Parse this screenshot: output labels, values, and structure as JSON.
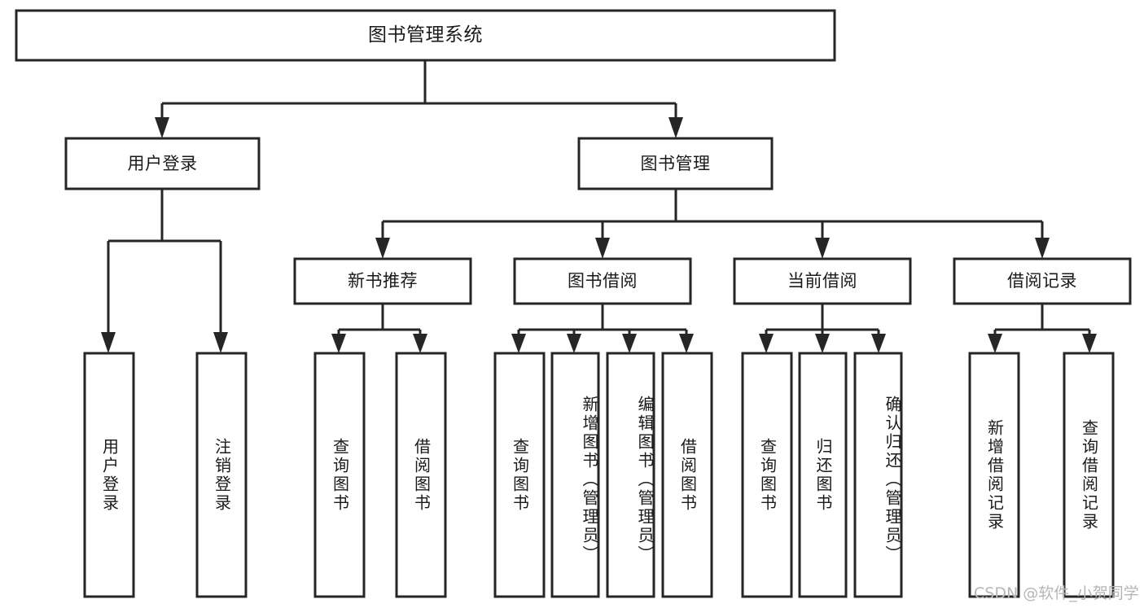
{
  "diagram": {
    "title": "图书管理系统",
    "type": "tree-hierarchy-diagram",
    "colors": {
      "stroke": "#262626",
      "fill": "#ffffff",
      "text": "#1a1a1a",
      "watermark": "#b6b6b6",
      "background": "#ffffff"
    },
    "root": {
      "label": "图书管理系统"
    },
    "level2": [
      {
        "label": "用户登录"
      },
      {
        "label": "图书管理"
      }
    ],
    "level3": [
      {
        "label": "新书推荐"
      },
      {
        "label": "图书借阅"
      },
      {
        "label": "当前借阅"
      },
      {
        "label": "借阅记录"
      }
    ],
    "leaves": {
      "user_login": [
        {
          "label": "用户登录"
        },
        {
          "label": "注销登录"
        }
      ],
      "new_book_recommend": [
        {
          "label": "查询图书"
        },
        {
          "label": "借阅图书"
        }
      ],
      "book_borrow": [
        {
          "label": "查询图书"
        },
        {
          "label": "新增图书（管理员）"
        },
        {
          "label": "编辑图书（管理员）"
        },
        {
          "label": "借阅图书"
        }
      ],
      "current_borrow": [
        {
          "label": "查询图书"
        },
        {
          "label": "归还图书"
        },
        {
          "label": "确认归还（管理员）"
        }
      ],
      "borrow_record": [
        {
          "label": "新增借阅记录"
        },
        {
          "label": "查询借阅记录"
        }
      ]
    }
  },
  "watermark": {
    "text": "CSDN @软件_小贺同学"
  }
}
